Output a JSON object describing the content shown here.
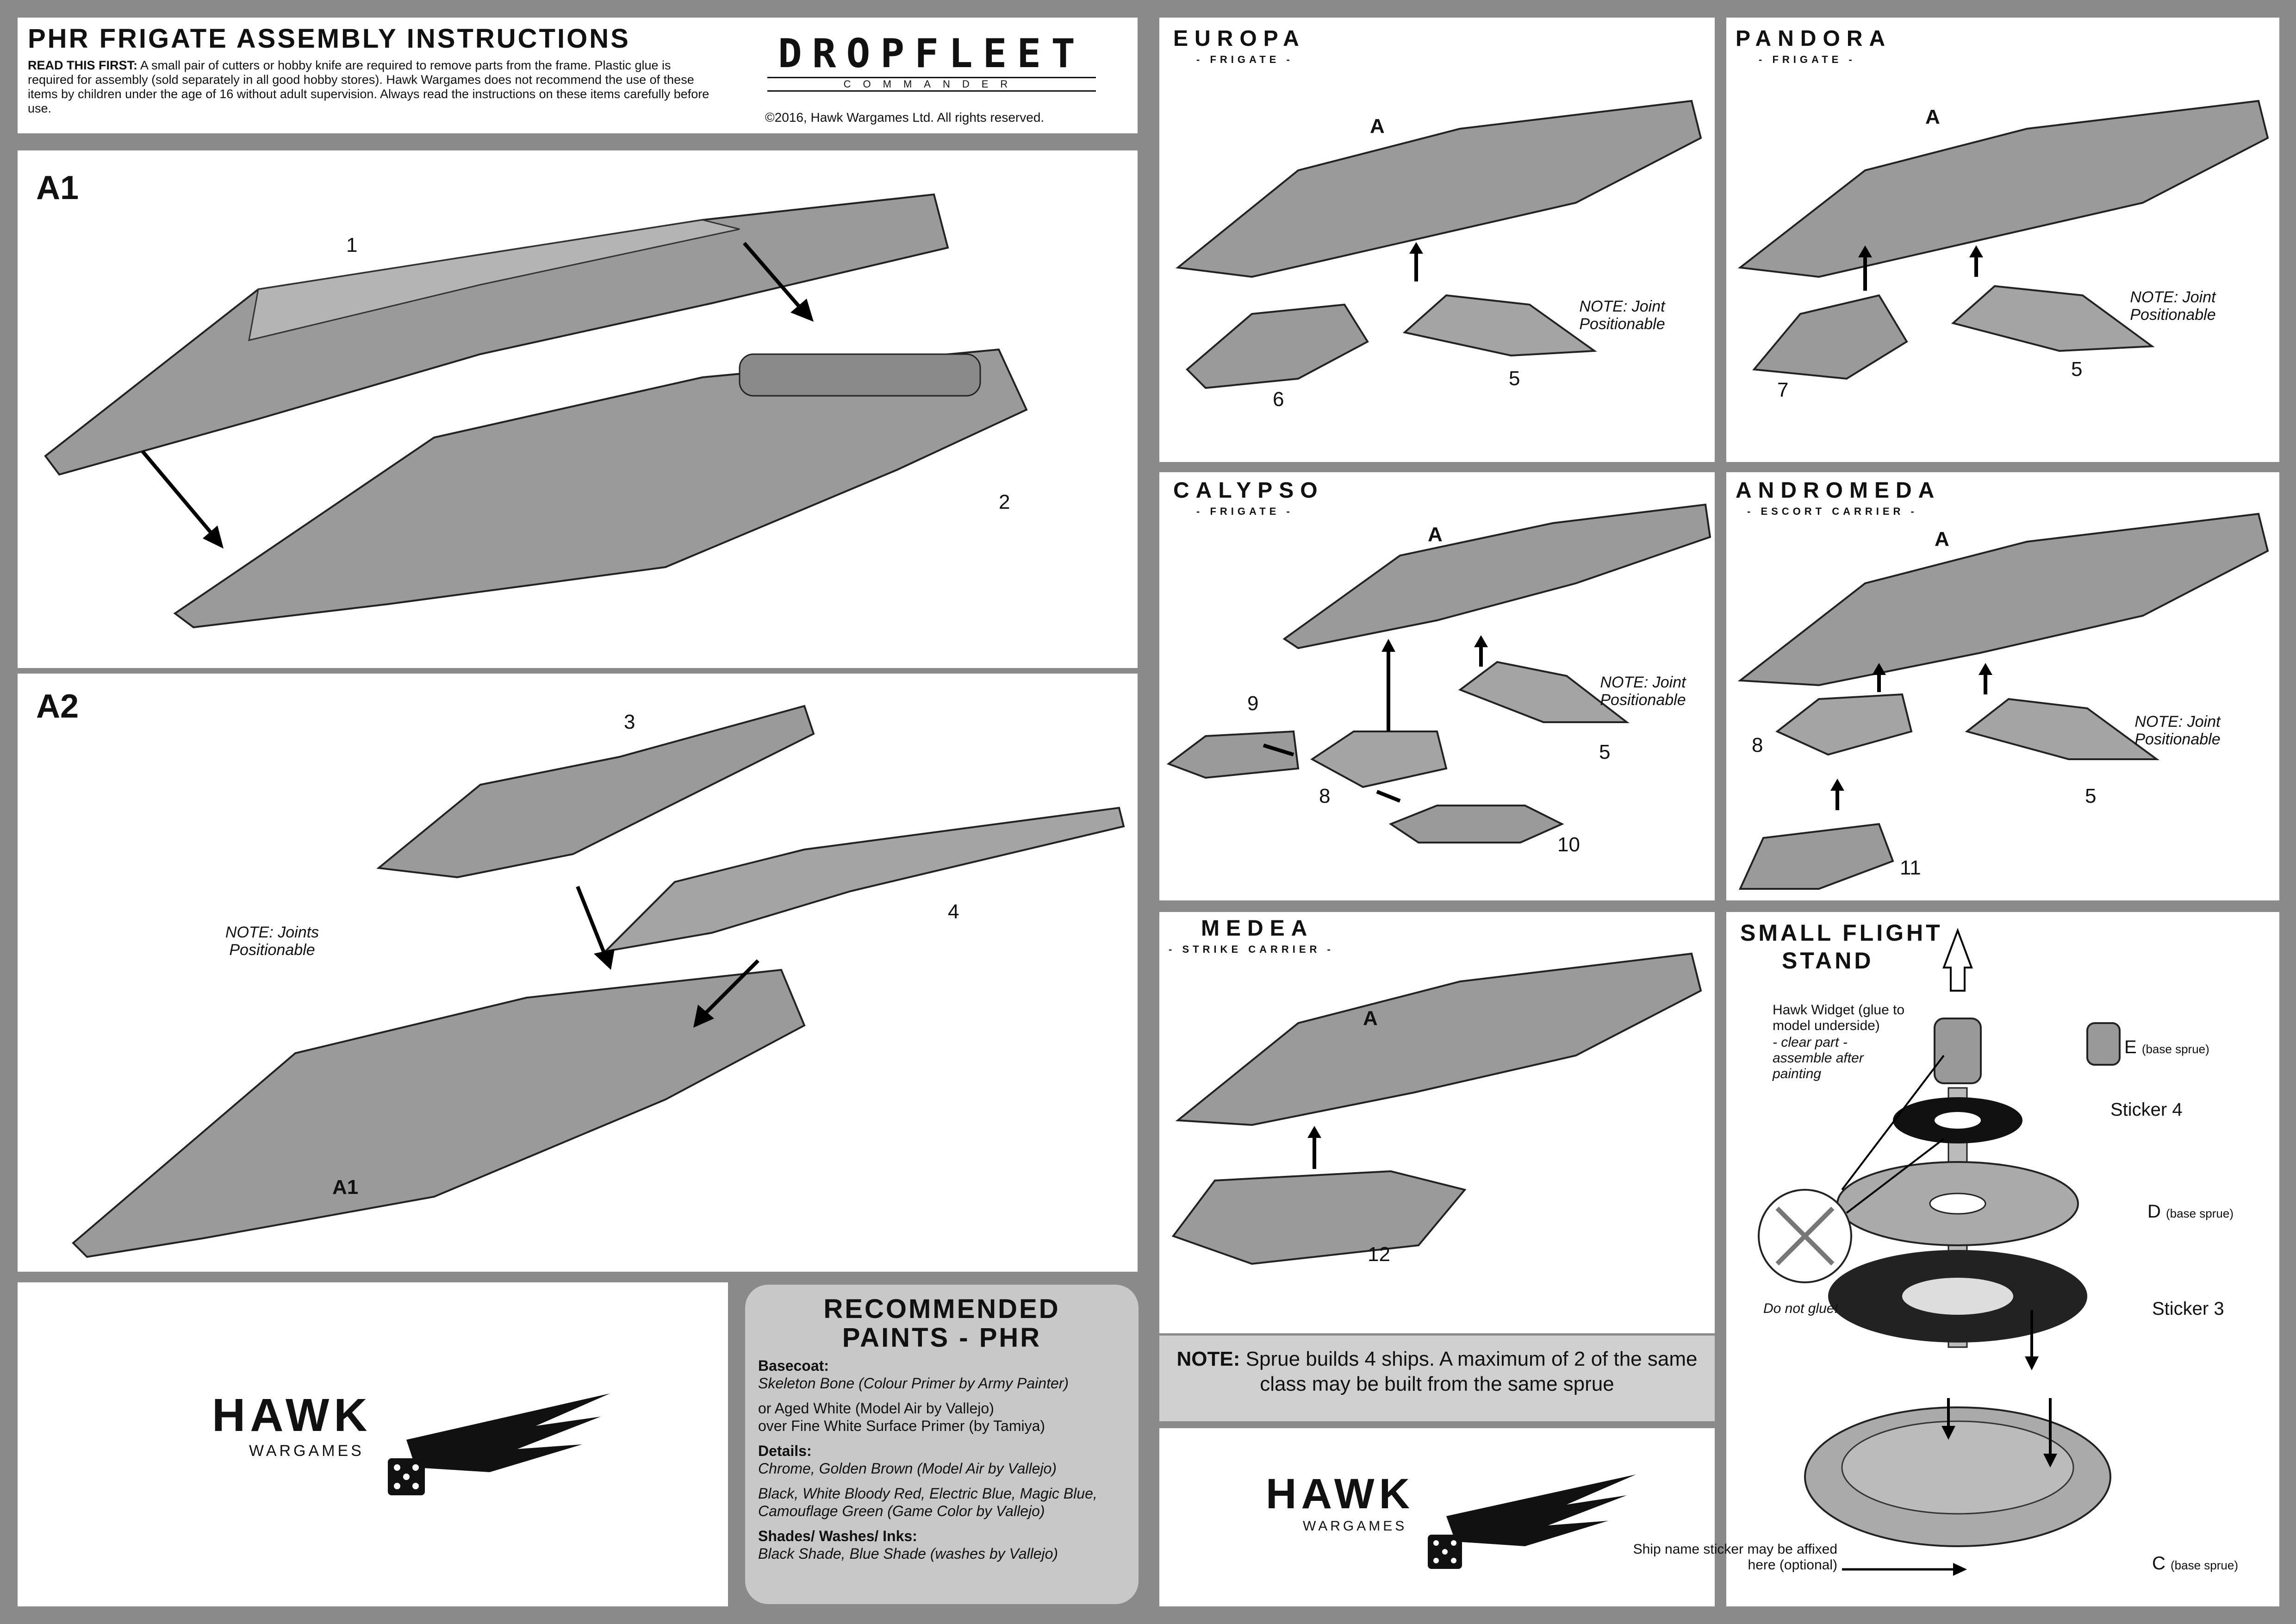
{
  "header": {
    "title": "PHR FRIGATE ASSEMBLY INSTRUCTIONS",
    "read_first_label": "READ THIS FIRST:",
    "read_first_text": " A small pair of cutters or hobby knife are required to remove parts from the frame. Plastic glue is required for assembly (sold separately in all good hobby stores). Hawk Wargames does not recommend the use of these items by children under the age of 16 without adult supervision. Always read the instructions on these items carefully before use.",
    "logo_main": "DROPFLEET",
    "logo_sub": "COMMANDER",
    "copyright": "©2016, Hawk Wargames Ltd. All rights reserved."
  },
  "step_a1": {
    "label": "A1",
    "part1": "1",
    "part2": "2"
  },
  "step_a2": {
    "label": "A2",
    "part3": "3",
    "part4": "4",
    "a1_ref": "A1",
    "note": "NOTE: Joints Positionable"
  },
  "ships": [
    {
      "name": "EUROPA",
      "class": "- FRIGATE -",
      "a": "A",
      "parts": [
        "6",
        "5"
      ],
      "note": "NOTE: Joint Positionable"
    },
    {
      "name": "PANDORA",
      "class": "- FRIGATE -",
      "a": "A",
      "parts": [
        "7",
        "5"
      ],
      "note": "NOTE: Joint Positionable"
    },
    {
      "name": "CALYPSO",
      "class": "- FRIGATE -",
      "a": "A",
      "parts": [
        "9",
        "8",
        "10",
        "5"
      ],
      "note": "NOTE: Joint Positionable"
    },
    {
      "name": "ANDROMEDA",
      "class": "- ESCORT CARRIER -",
      "a": "A",
      "parts": [
        "8",
        "11",
        "5"
      ],
      "note": "NOTE: Joint Positionable"
    },
    {
      "name": "MEDEA",
      "class": "- STRIKE CARRIER -",
      "a": "A",
      "parts": [
        "12"
      ]
    }
  ],
  "sprue_note": {
    "label": "NOTE:",
    "text": " Sprue builds 4 ships. A maximum of 2 of the same class may be built from the same sprue"
  },
  "paints": {
    "title_line1": "RECOMMENDED",
    "title_line2": "PAINTS - PHR",
    "basecoat_label": "Basecoat:",
    "basecoat_1": "Skeleton Bone (Colour Primer by Army Painter)",
    "basecoat_2a": "or Aged White (Model Air by Vallejo)",
    "basecoat_2b": "over Fine White Surface Primer (by Tamiya)",
    "details_label": "Details:",
    "details_1": "Chrome, Golden Brown (Model Air by Vallejo)",
    "details_2": "Black, White Bloody Red, Electric Blue, Magic Blue, Camouflage Green (Game Color by Vallejo)",
    "shades_label": "Shades/ Washes/ Inks:",
    "shades_1": "Black Shade, Blue Shade (washes by Vallejo)"
  },
  "brand": {
    "name": "HAWK",
    "sub": "WARGAMES"
  },
  "stand": {
    "title_line1": "SMALL FLIGHT",
    "title_line2": "STAND",
    "widget": "Hawk Widget (glue to model underside)",
    "widget_note": "- clear part - assemble after painting",
    "e": "E",
    "e_note": "(base sprue)",
    "sticker4": "Sticker 4",
    "d": "D",
    "d_note": "(base sprue)",
    "sticker3": "Sticker 3",
    "no_glue": "Do not glue!",
    "ship_sticker": "Ship name sticker may be affixed here (optional)",
    "c": "C",
    "c_note": "(base sprue)"
  },
  "colors": {
    "frame": "#8a8a8a",
    "panel": "#ffffff",
    "model": "#9a9a9a",
    "paints_bg": "#c8c8c8"
  }
}
